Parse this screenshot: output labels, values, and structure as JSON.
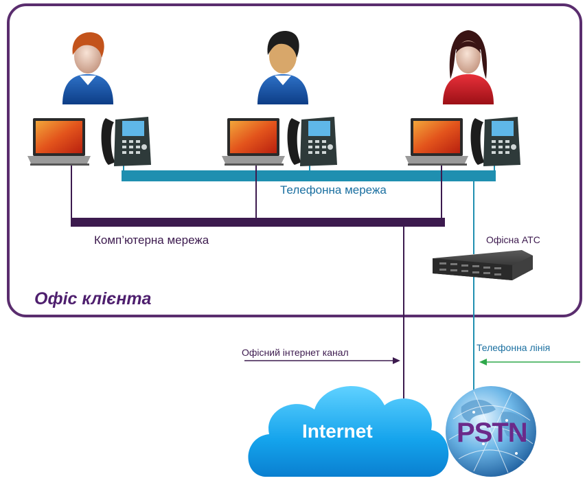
{
  "labels": {
    "phone_network": "Телефонна мережа",
    "computer_network": "Комп’ютерна мережа",
    "office_pbx": "Офісна АТС",
    "client_office": "Офіс клієнта",
    "office_internet_channel": "Офісний інтернет канал",
    "phone_line": "Телефонна лінія",
    "internet": "Internet",
    "pstn": "PSTN"
  },
  "colors": {
    "office_border": "#5a2d6e",
    "computer_network": "#3c1a4e",
    "phone_network": "#1f8fb0",
    "phone_line_arrow": "#2ea84a",
    "cloud": "#1aa8ee"
  },
  "icons": {
    "users": [
      "user-male-ginger-icon",
      "user-male-dark-icon",
      "user-female-icon"
    ],
    "laptop": "laptop-icon",
    "phone": "ip-phone-icon",
    "pbx": "pbx-rack-icon",
    "cloud": "cloud-icon",
    "globe": "globe-icon"
  }
}
